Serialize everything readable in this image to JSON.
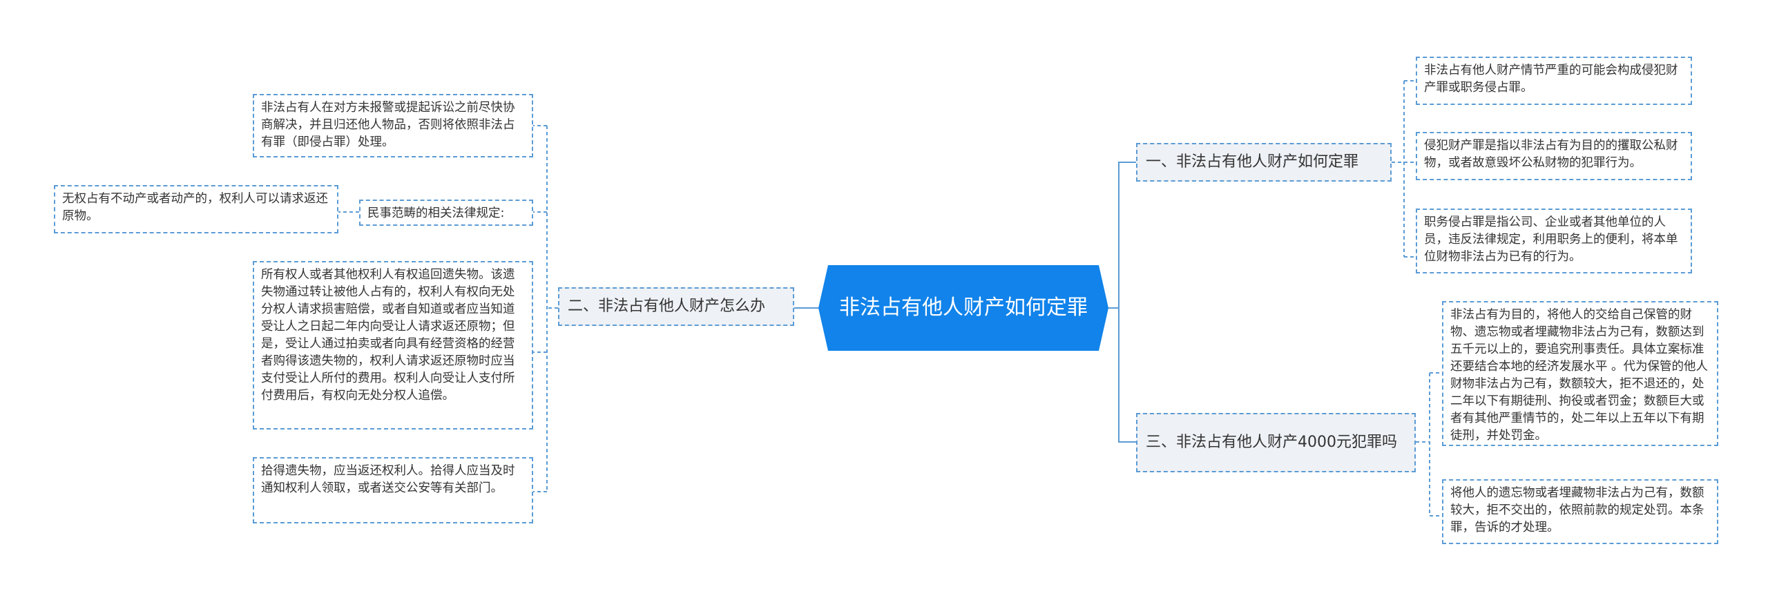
{
  "central": "非法占有他人财产如何定罪",
  "branches": {
    "b1": {
      "label": "一、非法占有他人财产如何定罪",
      "children": [
        "非法占有他人财产情节严重的可能会构成侵犯财产罪或职务侵占罪。",
        "侵犯财产罪是指以非法占有为目的的攫取公私财物，或者故意毁坏公私财物的犯罪行为。",
        "职务侵占罪是指公司、企业或者其他单位的人员，违反法律规定，利用职务上的便利，将本单位财物非法占为已有的行为。"
      ]
    },
    "b2": {
      "label": "二、非法占有他人财产怎么办",
      "children": [
        "非法占有人在对方未报警或提起诉讼之前尽快协商解决，并且归还他人物品，否则将依照非法占有罪（即侵占罪）处理。",
        "民事范畴的相关法律规定:",
        "所有权人或者其他权利人有权追回遗失物。该遗失物通过转让被他人占有的，权利人有权向无处分权人请求损害赔偿，或者自知道或者应当知道受让人之日起二年内向受让人请求返还原物；但是，受让人通过拍卖或者向具有经营资格的经营者购得该遗失物的，权利人请求返还原物时应当支付受让人所付的费用。权利人向受让人支付所付费用后，有权向无处分权人追偿。",
        "拾得遗失物，应当返还权利人。拾得人应当及时通知权利人领取，或者送交公安等有关部门。"
      ],
      "grandchild": "无权占有不动产或者动产的，权利人可以请求返还原物。"
    },
    "b3": {
      "label": "三、非法占有他人财产4000元犯罪吗",
      "children": [
        "非法占有为目的，将他人的交给自己保管的财物、遗忘物或者埋藏物非法占为己有，数额达到五千元以上的，要追究刑事责任。具体立案标准还要结合本地的经济发展水平 。代为保管的他人财物非法占为己有，数额较大，拒不退还的，处二年以下有期徒刑、拘役或者罚金；数额巨大或者有其他严重情节的，处二年以上五年以下有期徒刑，并处罚金。",
        "将他人的遗忘物或者埋藏物非法占为己有，数额较大，拒不交出的，依照前款的规定处罚。本条罪，告诉的才处理。"
      ]
    }
  },
  "colors": {
    "root_bg": "#1183ea",
    "line": "#5b9bd5",
    "branch_bg": "#eef1f5"
  }
}
